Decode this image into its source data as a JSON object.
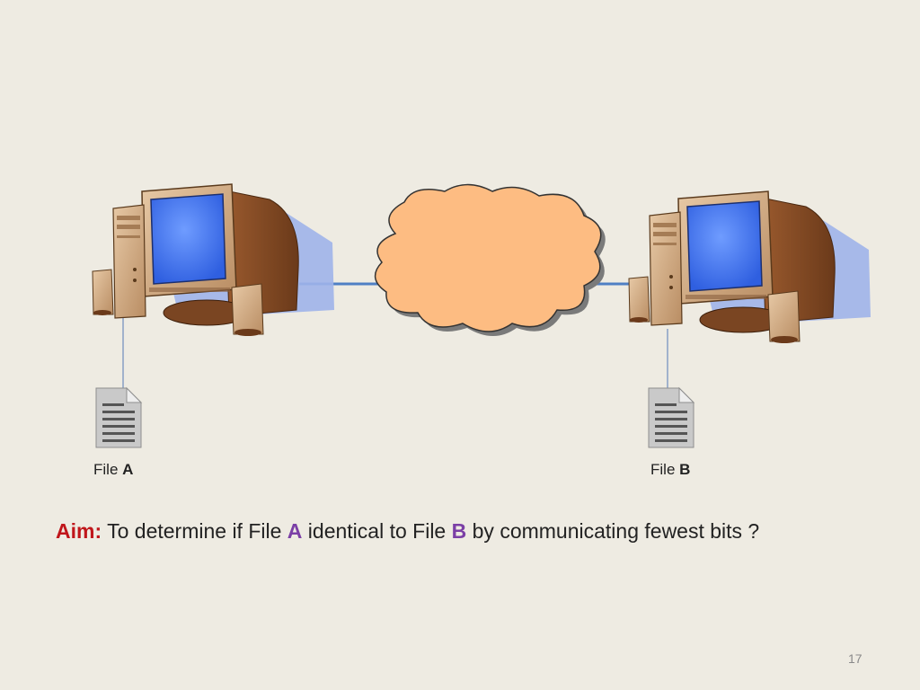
{
  "diagram": {
    "file_a": {
      "prefix": "File ",
      "letter": "A"
    },
    "file_b": {
      "prefix": "File ",
      "letter": "B"
    }
  },
  "aim": {
    "label": "Aim:",
    "part1": " To determine if File ",
    "a": "A",
    "part2": " identical to File ",
    "b": "B",
    "part3": " by communicating fewest bits ?"
  },
  "page_number": "17",
  "colors": {
    "background": "#eeebe2",
    "aim_label": "#c0161b",
    "highlight": "#7b3fa6",
    "cloud_fill": "#fdbc82",
    "link": "#4f7fc4",
    "screen": "#3f6ee8"
  }
}
